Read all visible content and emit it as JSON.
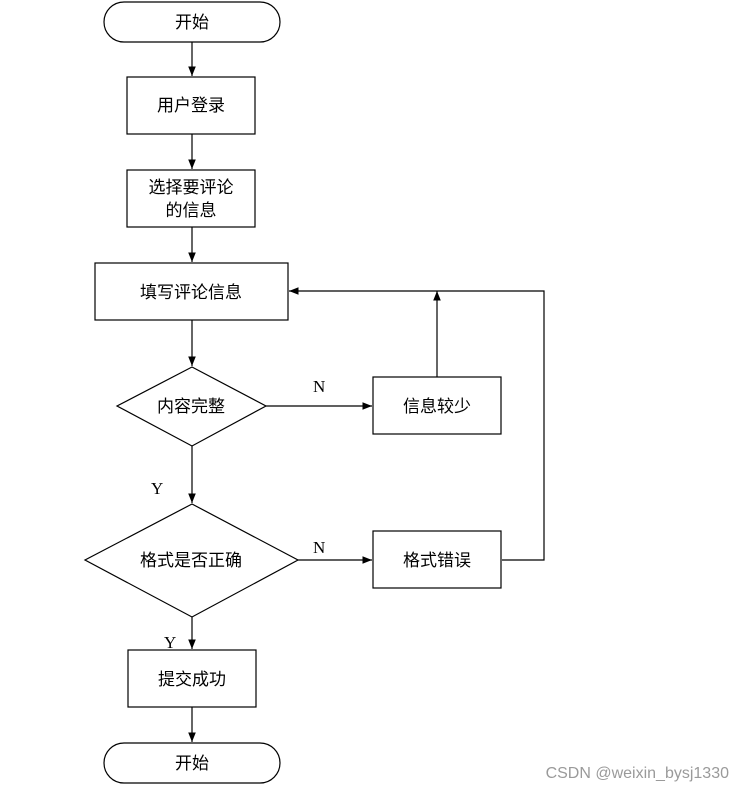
{
  "nodes": {
    "start": {
      "text": "开始"
    },
    "login": {
      "text": "用户登录"
    },
    "select": {
      "line1": "选择要评论",
      "line2": "的信息"
    },
    "fill": {
      "text": "填写评论信息"
    },
    "complete_check": {
      "text": "内容完整"
    },
    "too_little": {
      "text": "信息较少"
    },
    "format_check": {
      "text": "格式是否正确"
    },
    "format_error": {
      "text": "格式错误"
    },
    "submit": {
      "text": "提交成功"
    },
    "end": {
      "text": "开始"
    }
  },
  "edge_labels": {
    "complete_no": "N",
    "complete_yes": "Y",
    "format_no": "N",
    "format_yes": "Y"
  },
  "watermark": "CSDN @weixin_bysj1330"
}
